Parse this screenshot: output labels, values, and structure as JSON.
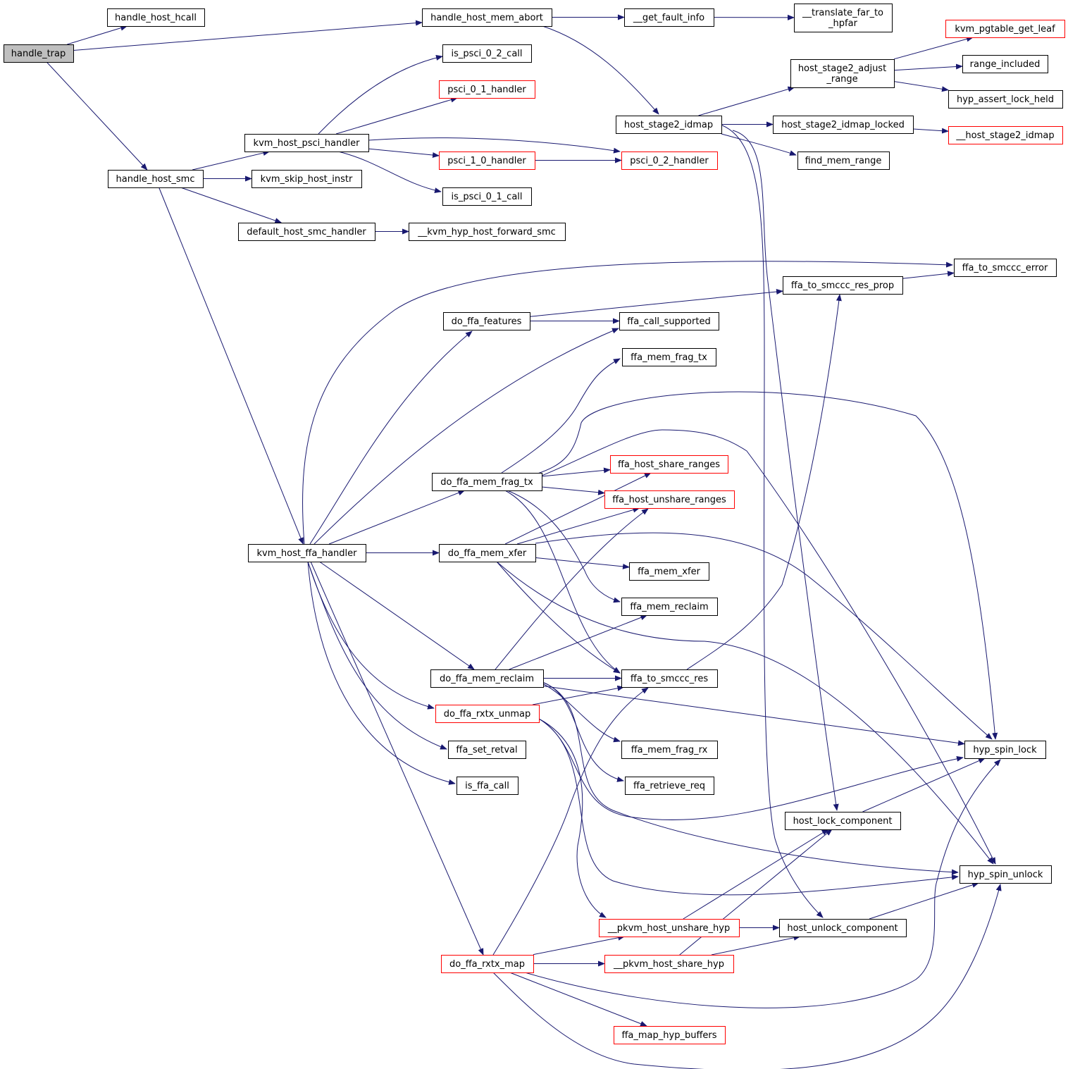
{
  "colors": {
    "edge": "#191970",
    "node_border": "#000000",
    "node_border_truncated": "#ff0000",
    "root_fill": "#bfbfbf",
    "node_fill": "#ffffff"
  },
  "nodes": [
    {
      "id": "handle_trap",
      "label": "handle_trap",
      "root": true
    },
    {
      "id": "handle_host_hcall",
      "label": "handle_host_hcall"
    },
    {
      "id": "handle_host_mem_abort",
      "label": "handle_host_mem_abort"
    },
    {
      "id": "get_fault_info",
      "label": "__get_fault_info"
    },
    {
      "id": "translate_far_to_hpfar",
      "label": [
        "__translate_far_to",
        "_hpfar"
      ]
    },
    {
      "id": "host_stage2_idmap",
      "label": "host_stage2_idmap"
    },
    {
      "id": "host_stage2_adjust_range",
      "label": [
        "host_stage2_adjust",
        "_range"
      ]
    },
    {
      "id": "kvm_pgtable_get_leaf",
      "label": "kvm_pgtable_get_leaf",
      "truncated": true
    },
    {
      "id": "range_included",
      "label": "range_included"
    },
    {
      "id": "hyp_assert_lock_held",
      "label": "hyp_assert_lock_held"
    },
    {
      "id": "host_stage2_idmap_locked",
      "label": "host_stage2_idmap_locked"
    },
    {
      "id": "host_stage2_idmap_inner",
      "label": "__host_stage2_idmap",
      "truncated": true
    },
    {
      "id": "find_mem_range",
      "label": "find_mem_range"
    },
    {
      "id": "is_psci_0_2_call",
      "label": "is_psci_0_2_call"
    },
    {
      "id": "psci_0_1_handler",
      "label": "psci_0_1_handler",
      "truncated": true
    },
    {
      "id": "kvm_host_psci_handler",
      "label": "kvm_host_psci_handler"
    },
    {
      "id": "psci_0_2_handler",
      "label": "psci_0_2_handler",
      "truncated": true
    },
    {
      "id": "psci_1_0_handler",
      "label": "psci_1_0_handler",
      "truncated": true
    },
    {
      "id": "is_psci_0_1_call",
      "label": "is_psci_0_1_call"
    },
    {
      "id": "handle_host_smc",
      "label": "handle_host_smc"
    },
    {
      "id": "kvm_skip_host_instr",
      "label": "kvm_skip_host_instr"
    },
    {
      "id": "default_host_smc_handler",
      "label": "default_host_smc_handler"
    },
    {
      "id": "kvm_hyp_host_forward_smc",
      "label": "__kvm_hyp_host_forward_smc"
    },
    {
      "id": "ffa_to_smccc_error",
      "label": "ffa_to_smccc_error"
    },
    {
      "id": "ffa_to_smccc_res_prop",
      "label": "ffa_to_smccc_res_prop"
    },
    {
      "id": "do_ffa_features",
      "label": "do_ffa_features"
    },
    {
      "id": "ffa_call_supported",
      "label": "ffa_call_supported"
    },
    {
      "id": "ffa_mem_frag_tx",
      "label": "ffa_mem_frag_tx"
    },
    {
      "id": "ffa_host_share_ranges",
      "label": "ffa_host_share_ranges",
      "truncated": true
    },
    {
      "id": "do_ffa_mem_frag_tx",
      "label": "do_ffa_mem_frag_tx"
    },
    {
      "id": "ffa_host_unshare_ranges",
      "label": "ffa_host_unshare_ranges",
      "truncated": true
    },
    {
      "id": "kvm_host_ffa_handler",
      "label": "kvm_host_ffa_handler"
    },
    {
      "id": "do_ffa_mem_xfer",
      "label": "do_ffa_mem_xfer"
    },
    {
      "id": "ffa_mem_xfer",
      "label": "ffa_mem_xfer"
    },
    {
      "id": "ffa_mem_reclaim",
      "label": "ffa_mem_reclaim"
    },
    {
      "id": "do_ffa_mem_reclaim",
      "label": "do_ffa_mem_reclaim"
    },
    {
      "id": "ffa_to_smccc_res",
      "label": "ffa_to_smccc_res"
    },
    {
      "id": "do_ffa_rxtx_unmap",
      "label": "do_ffa_rxtx_unmap",
      "truncated": true
    },
    {
      "id": "ffa_mem_frag_rx",
      "label": "ffa_mem_frag_rx"
    },
    {
      "id": "hyp_spin_lock",
      "label": "hyp_spin_lock"
    },
    {
      "id": "ffa_set_retval",
      "label": "ffa_set_retval"
    },
    {
      "id": "is_ffa_call",
      "label": "is_ffa_call"
    },
    {
      "id": "ffa_retrieve_req",
      "label": "ffa_retrieve_req"
    },
    {
      "id": "host_lock_component",
      "label": "host_lock_component"
    },
    {
      "id": "hyp_spin_unlock",
      "label": "hyp_spin_unlock"
    },
    {
      "id": "pkvm_host_unshare_hyp",
      "label": "__pkvm_host_unshare_hyp",
      "truncated": true
    },
    {
      "id": "host_unlock_component",
      "label": "host_unlock_component"
    },
    {
      "id": "do_ffa_rxtx_map",
      "label": "do_ffa_rxtx_map",
      "truncated": true
    },
    {
      "id": "pkvm_host_share_hyp",
      "label": "__pkvm_host_share_hyp",
      "truncated": true
    },
    {
      "id": "ffa_map_hyp_buffers",
      "label": "ffa_map_hyp_buffers",
      "truncated": true
    }
  ],
  "edges": [
    [
      "handle_trap",
      "handle_host_hcall"
    ],
    [
      "handle_trap",
      "handle_host_mem_abort"
    ],
    [
      "handle_trap",
      "handle_host_smc"
    ],
    [
      "handle_host_mem_abort",
      "get_fault_info"
    ],
    [
      "handle_host_mem_abort",
      "host_stage2_idmap"
    ],
    [
      "get_fault_info",
      "translate_far_to_hpfar"
    ],
    [
      "host_stage2_idmap",
      "host_stage2_adjust_range"
    ],
    [
      "host_stage2_idmap",
      "host_stage2_idmap_locked"
    ],
    [
      "host_stage2_idmap",
      "find_mem_range"
    ],
    [
      "host_stage2_idmap",
      "host_lock_component"
    ],
    [
      "host_stage2_idmap",
      "host_unlock_component"
    ],
    [
      "host_stage2_adjust_range",
      "kvm_pgtable_get_leaf"
    ],
    [
      "host_stage2_adjust_range",
      "range_included"
    ],
    [
      "host_stage2_adjust_range",
      "hyp_assert_lock_held"
    ],
    [
      "host_stage2_idmap_locked",
      "host_stage2_idmap_inner"
    ],
    [
      "handle_host_smc",
      "kvm_host_psci_handler"
    ],
    [
      "handle_host_smc",
      "kvm_skip_host_instr"
    ],
    [
      "handle_host_smc",
      "default_host_smc_handler"
    ],
    [
      "handle_host_smc",
      "kvm_host_ffa_handler"
    ],
    [
      "kvm_host_psci_handler",
      "is_psci_0_2_call"
    ],
    [
      "kvm_host_psci_handler",
      "psci_0_1_handler"
    ],
    [
      "kvm_host_psci_handler",
      "psci_0_2_handler"
    ],
    [
      "kvm_host_psci_handler",
      "psci_1_0_handler"
    ],
    [
      "kvm_host_psci_handler",
      "is_psci_0_1_call"
    ],
    [
      "psci_1_0_handler",
      "psci_0_2_handler"
    ],
    [
      "default_host_smc_handler",
      "kvm_hyp_host_forward_smc"
    ],
    [
      "kvm_host_ffa_handler",
      "ffa_to_smccc_error"
    ],
    [
      "kvm_host_ffa_handler",
      "do_ffa_features"
    ],
    [
      "kvm_host_ffa_handler",
      "ffa_call_supported"
    ],
    [
      "kvm_host_ffa_handler",
      "do_ffa_mem_frag_tx"
    ],
    [
      "kvm_host_ffa_handler",
      "do_ffa_mem_xfer"
    ],
    [
      "kvm_host_ffa_handler",
      "do_ffa_mem_reclaim"
    ],
    [
      "kvm_host_ffa_handler",
      "do_ffa_rxtx_unmap"
    ],
    [
      "kvm_host_ffa_handler",
      "ffa_set_retval"
    ],
    [
      "kvm_host_ffa_handler",
      "is_ffa_call"
    ],
    [
      "kvm_host_ffa_handler",
      "do_ffa_rxtx_map"
    ],
    [
      "do_ffa_features",
      "ffa_to_smccc_res_prop"
    ],
    [
      "do_ffa_features",
      "ffa_call_supported"
    ],
    [
      "ffa_to_smccc_res_prop",
      "ffa_to_smccc_error"
    ],
    [
      "do_ffa_mem_frag_tx",
      "ffa_mem_frag_tx"
    ],
    [
      "do_ffa_mem_frag_tx",
      "hyp_spin_lock"
    ],
    [
      "do_ffa_mem_frag_tx",
      "ffa_host_share_ranges"
    ],
    [
      "do_ffa_mem_frag_tx",
      "ffa_host_unshare_ranges"
    ],
    [
      "do_ffa_mem_frag_tx",
      "hyp_spin_unlock"
    ],
    [
      "do_ffa_mem_frag_tx",
      "ffa_mem_reclaim"
    ],
    [
      "do_ffa_mem_frag_tx",
      "ffa_to_smccc_res"
    ],
    [
      "do_ffa_mem_xfer",
      "ffa_host_share_ranges"
    ],
    [
      "do_ffa_mem_xfer",
      "ffa_host_unshare_ranges"
    ],
    [
      "do_ffa_mem_xfer",
      "hyp_spin_lock"
    ],
    [
      "do_ffa_mem_xfer",
      "ffa_mem_xfer"
    ],
    [
      "do_ffa_mem_xfer",
      "ffa_to_smccc_res"
    ],
    [
      "do_ffa_mem_xfer",
      "hyp_spin_unlock"
    ],
    [
      "do_ffa_mem_reclaim",
      "ffa_host_unshare_ranges"
    ],
    [
      "do_ffa_mem_reclaim",
      "ffa_mem_reclaim"
    ],
    [
      "do_ffa_mem_reclaim",
      "ffa_to_smccc_res"
    ],
    [
      "do_ffa_mem_reclaim",
      "hyp_spin_lock"
    ],
    [
      "do_ffa_mem_reclaim",
      "ffa_mem_frag_rx"
    ],
    [
      "do_ffa_mem_reclaim",
      "ffa_retrieve_req"
    ],
    [
      "do_ffa_mem_reclaim",
      "hyp_spin_unlock"
    ],
    [
      "ffa_to_smccc_res",
      "ffa_to_smccc_res_prop"
    ],
    [
      "do_ffa_rxtx_unmap",
      "ffa_to_smccc_res"
    ],
    [
      "do_ffa_rxtx_unmap",
      "hyp_spin_lock"
    ],
    [
      "do_ffa_rxtx_unmap",
      "pkvm_host_unshare_hyp"
    ],
    [
      "do_ffa_rxtx_unmap",
      "hyp_spin_unlock"
    ],
    [
      "host_lock_component",
      "hyp_spin_lock"
    ],
    [
      "host_unlock_component",
      "hyp_spin_unlock"
    ],
    [
      "pkvm_host_unshare_hyp",
      "host_lock_component"
    ],
    [
      "pkvm_host_unshare_hyp",
      "host_unlock_component"
    ],
    [
      "pkvm_host_share_hyp",
      "host_lock_component"
    ],
    [
      "pkvm_host_share_hyp",
      "host_unlock_component"
    ],
    [
      "do_ffa_rxtx_map",
      "ffa_to_smccc_res"
    ],
    [
      "do_ffa_rxtx_map",
      "pkvm_host_unshare_hyp"
    ],
    [
      "do_ffa_rxtx_map",
      "pkvm_host_share_hyp"
    ],
    [
      "do_ffa_rxtx_map",
      "hyp_spin_lock"
    ],
    [
      "do_ffa_rxtx_map",
      "ffa_map_hyp_buffers"
    ],
    [
      "do_ffa_rxtx_map",
      "hyp_spin_unlock"
    ]
  ]
}
